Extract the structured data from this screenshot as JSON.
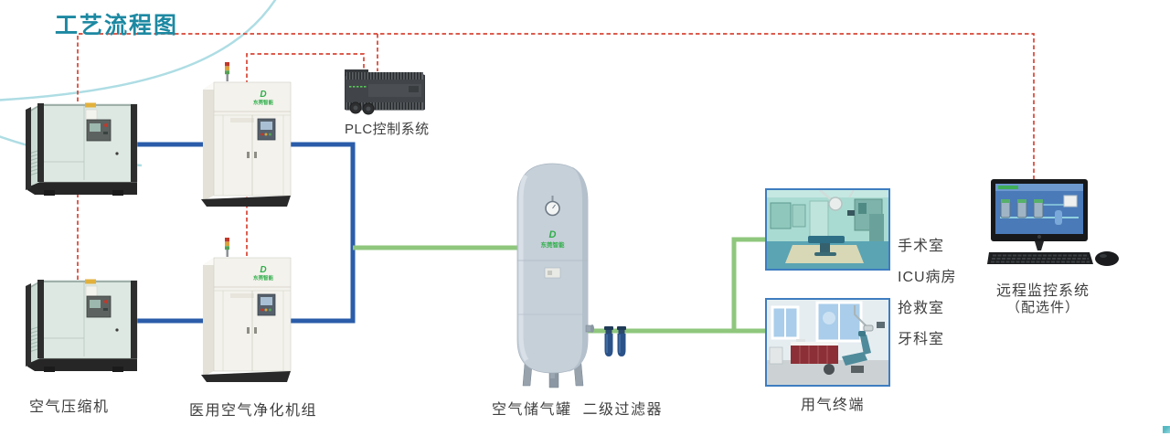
{
  "title": "工艺流程图",
  "brand": "东莞智能",
  "brand_glyph": "D",
  "labels": {
    "compressor": "空气压缩机",
    "purifier": "医用空气净化机组",
    "plc": "PLC控制系统",
    "tank": "空气储气罐",
    "filter": "二级过滤器",
    "terminal": "用气终端",
    "monitor": "远程监控系统",
    "monitor_note": "（配选件）",
    "rooms": [
      "手术室",
      "ICU病房",
      "抢救室",
      "牙科室"
    ]
  },
  "colors": {
    "title_teal": "#1d89a2",
    "air_pipe_blue": "#2a5caa",
    "gas_pipe_green": "#8fc77d",
    "signal_dashed_red": "#d64535",
    "decor_arc_teal": "#aedde4",
    "photo_border_blue": "#3e7dc0",
    "label_gray": "#3e3e3e"
  }
}
